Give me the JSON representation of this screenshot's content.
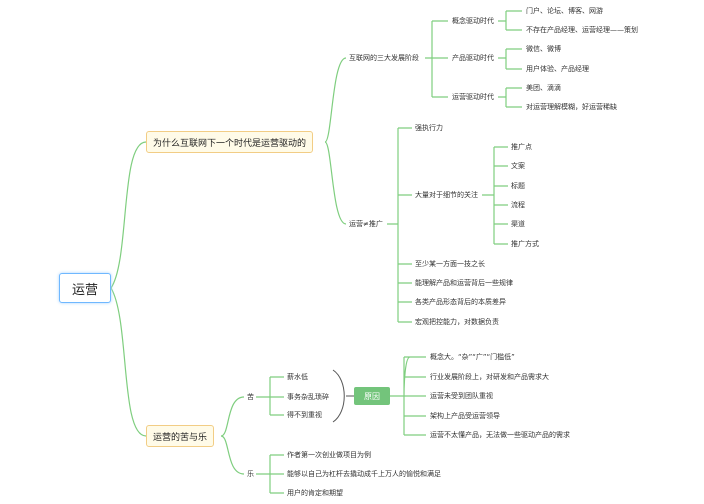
{
  "root": {
    "label": "运营"
  },
  "branch1": {
    "label": "为什么互联网下一个时代是运营驱动的",
    "stages": {
      "label": "互联网的三大发展阶段",
      "concept": {
        "label": "概念驱动时代",
        "items": [
          "门户、论坛、博客、网游",
          "不存在产品经理、运营经理——策划"
        ]
      },
      "product": {
        "label": "产品驱动时代",
        "items": [
          "微信、微博",
          "用户体验、产品经理"
        ]
      },
      "ops": {
        "label": "运营驱动时代",
        "items": [
          "美团、滴滴",
          "对运营理解模糊，好运营稀缺"
        ]
      }
    },
    "notpromo": {
      "label": "运营≠推广",
      "execution": "强执行力",
      "detail": {
        "label": "大量对于细节的关注",
        "items": [
          "推广点",
          "文案",
          "标题",
          "流程",
          "渠道",
          "推广方式"
        ]
      },
      "items": [
        "至少某一方面一技之长",
        "能理解产品和运营背后一些规律",
        "各类产品形态背后的本质差异",
        "宏观把控能力，对数据负责"
      ]
    }
  },
  "branch2": {
    "label": "运营的苦与乐",
    "bitter": {
      "label": "苦",
      "items": [
        "薪水低",
        "事务杂乱琐碎",
        "得不到重视"
      ],
      "reason": "原因",
      "reasons": [
        "概念大。“杂”“广”“门槛低”",
        "行业发展阶段上，对研发和产品需求大",
        "运营未受到团队重视",
        "架构上产品受运营领导",
        "运营不太懂产品，无法做一些驱动产品的需求"
      ]
    },
    "joy": {
      "label": "乐",
      "items": [
        "作者第一次创业做项目为例",
        "能够以自己为杠杆去撬动成千上万人的愉悦和满足",
        "用户的肯定和期望"
      ]
    }
  }
}
